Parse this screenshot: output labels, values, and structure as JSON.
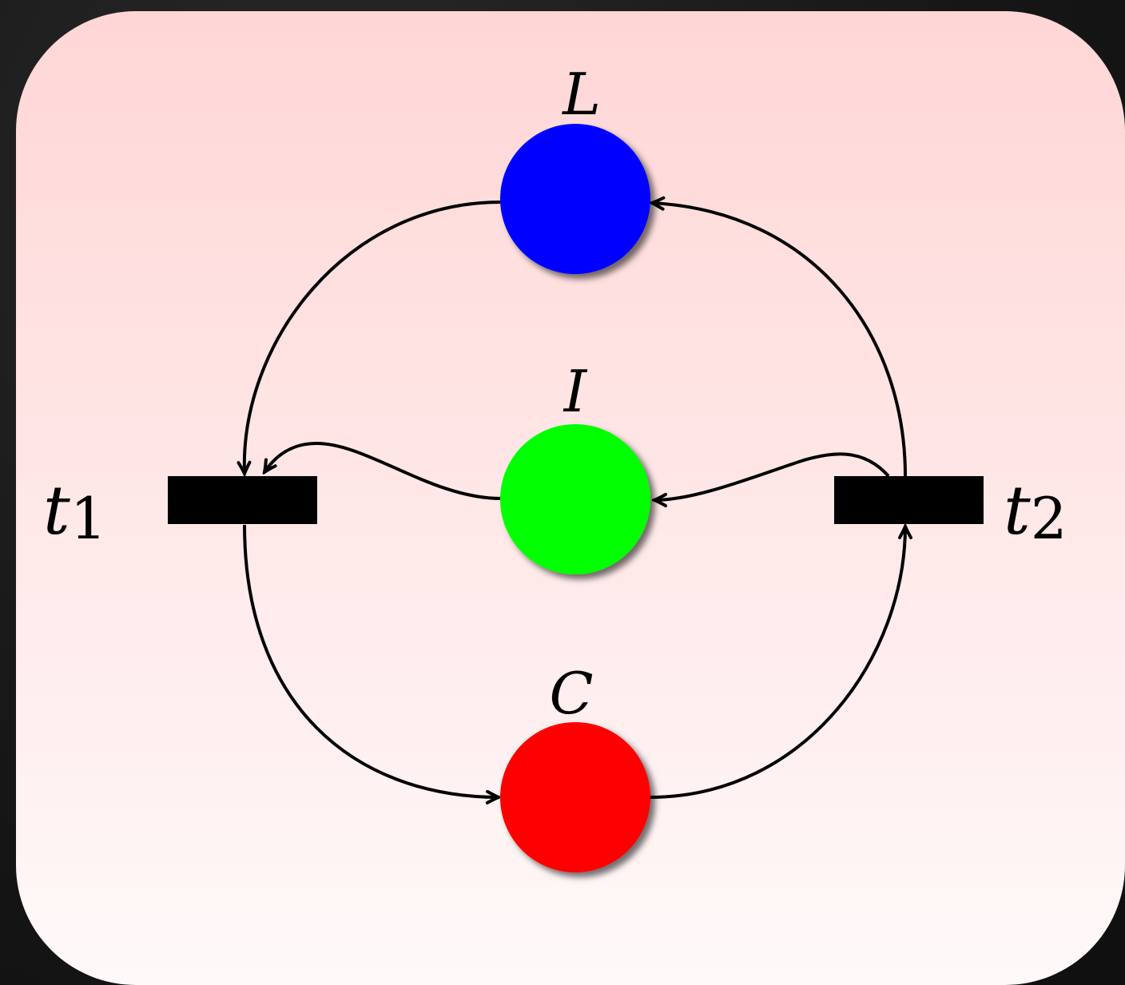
{
  "diagram": {
    "places": [
      {
        "id": "L",
        "label": "L",
        "color": "#0000FF"
      },
      {
        "id": "I",
        "label": "I",
        "color": "#00FF00"
      },
      {
        "id": "C",
        "label": "C",
        "color": "#FF0000"
      }
    ],
    "transitions": [
      {
        "id": "t1",
        "label": "t",
        "subscript": "1"
      },
      {
        "id": "t2",
        "label": "t",
        "subscript": "2"
      }
    ],
    "arcs": [
      {
        "from": "L",
        "to": "t1"
      },
      {
        "from": "I",
        "to": "t1"
      },
      {
        "from": "t1",
        "to": "C"
      },
      {
        "from": "C",
        "to": "t2"
      },
      {
        "from": "t2",
        "to": "I"
      },
      {
        "from": "t2",
        "to": "L"
      }
    ],
    "colors": {
      "panel_top": "#FFD6D6",
      "panel_bottom": "#FFF9F9",
      "transition": "#000000",
      "arc": "#000000"
    }
  }
}
